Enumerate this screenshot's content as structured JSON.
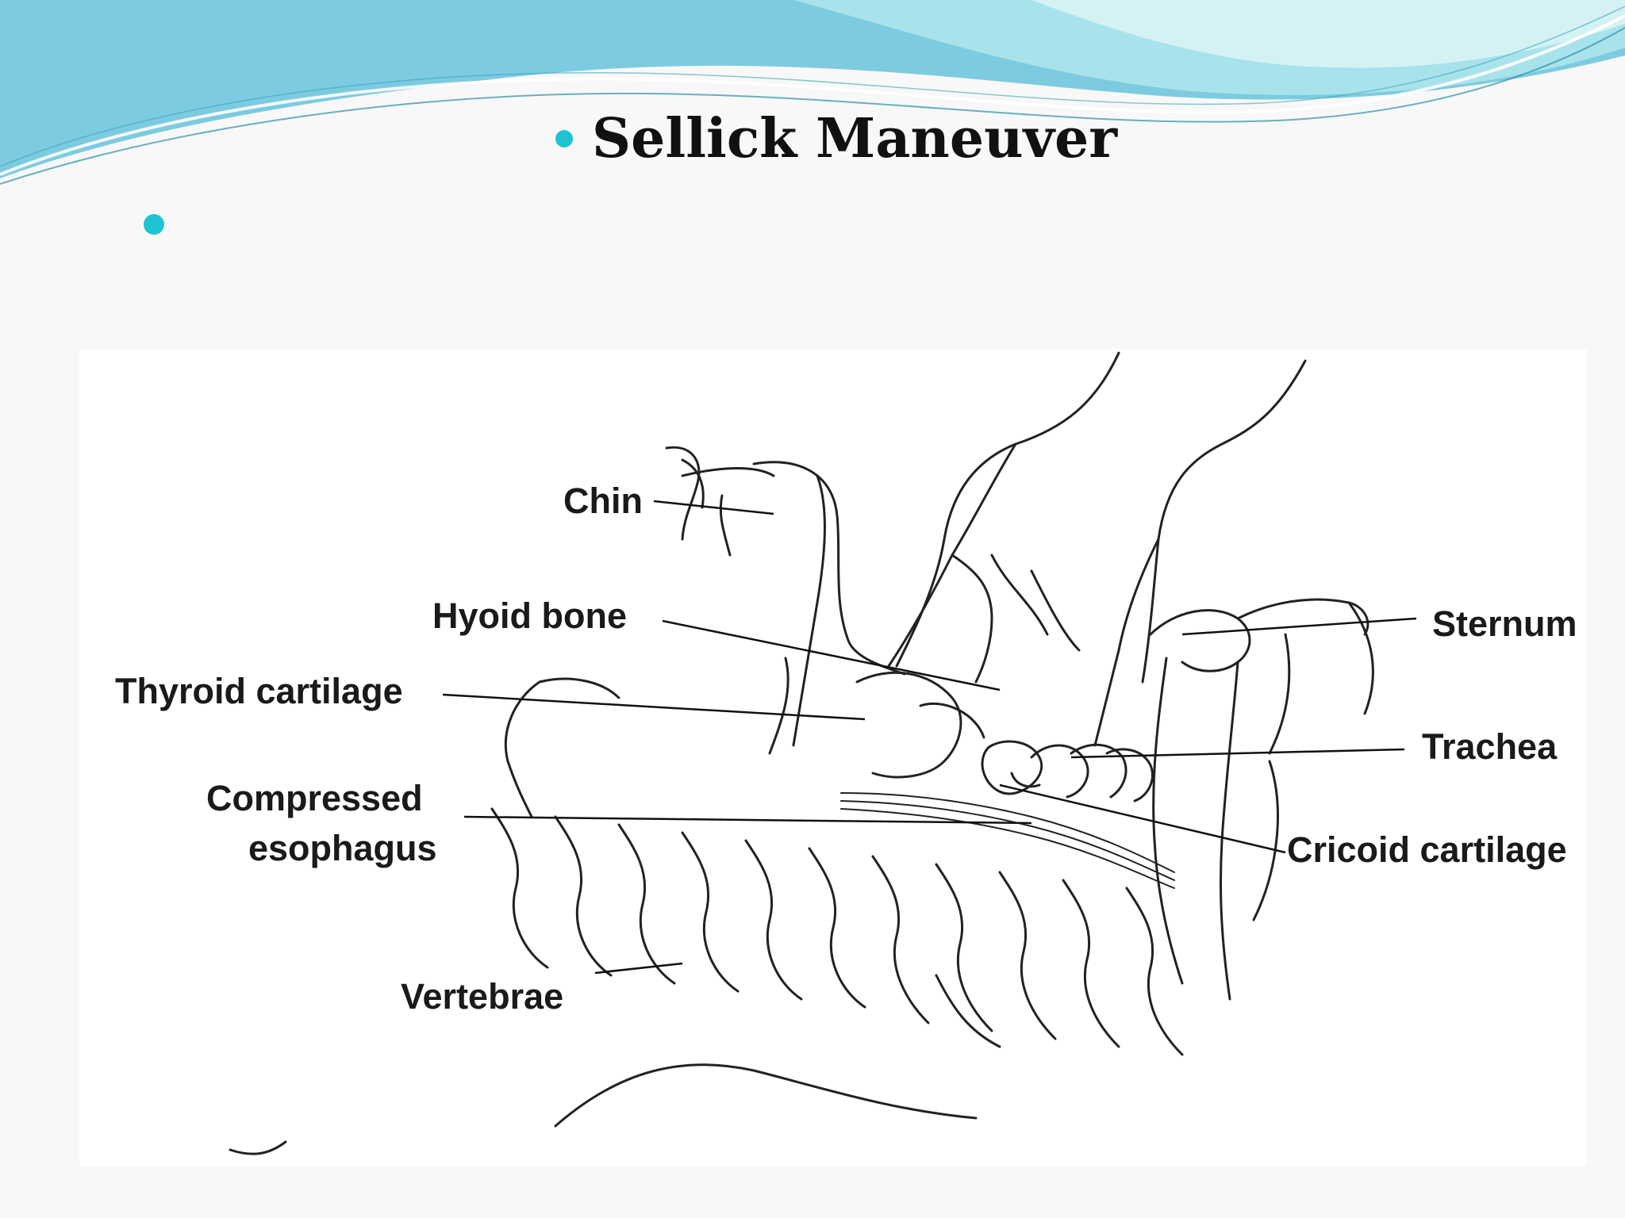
{
  "slide": {
    "title": "Sellick Maneuver",
    "accent_color": "#1fc3d2",
    "header_colors": [
      "#6fc7dc",
      "#a6e2ea",
      "#d9f3f5"
    ]
  },
  "diagram": {
    "labels": {
      "chin": "Chin",
      "hyoid_bone": "Hyoid bone",
      "thyroid_cartilage": "Thyroid cartilage",
      "compressed_line1": "Compressed",
      "compressed_line2": "esophagus",
      "vertebrae": "Vertebrae",
      "sternum": "Sternum",
      "trachea": "Trachea",
      "cricoid_cartilage": "Cricoid cartilage"
    }
  }
}
